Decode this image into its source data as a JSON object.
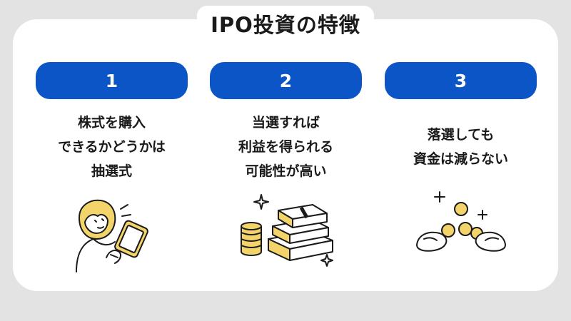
{
  "title": "IPO投資の特徴",
  "features": [
    {
      "number": "1",
      "lines": [
        "株式を購入",
        "できるかどうかは",
        "抽選式"
      ],
      "icon": "person-with-tablet-icon"
    },
    {
      "number": "2",
      "lines": [
        "当選すれば",
        "利益を得られる",
        "可能性が高い"
      ],
      "icon": "money-stack-coins-icon"
    },
    {
      "number": "3",
      "lines": [
        "落選しても",
        "資金は減らない"
      ],
      "icon": "hands-receiving-coins-icon"
    }
  ],
  "colors": {
    "accent": "#0b55c6",
    "highlight": "#f3d46b",
    "ink": "#1a1a1a",
    "background": "#e3e3e3",
    "card": "#ffffff"
  }
}
